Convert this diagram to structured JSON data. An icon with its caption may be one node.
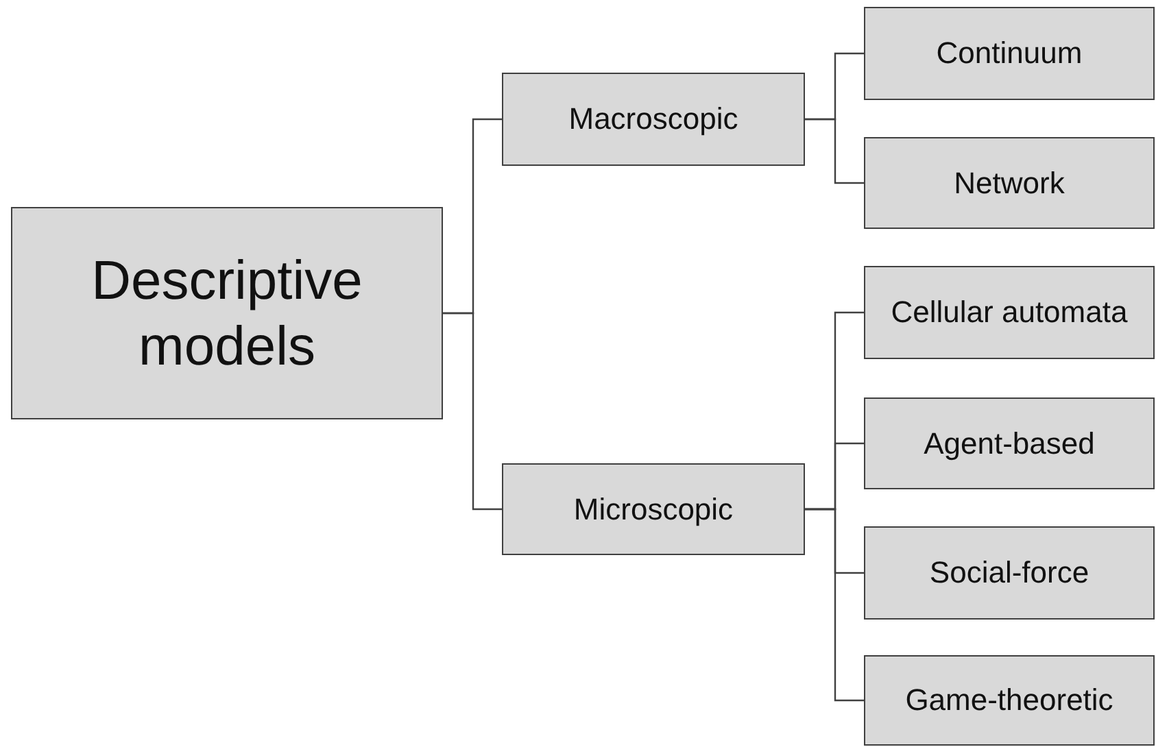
{
  "diagram": {
    "nodes": [
      {
        "text": [
          "Descriptive models"
        ]
      },
      {
        "text": [
          "Macroscopic"
        ]
      },
      {
        "text": [
          "Microscopic"
        ]
      },
      {
        "text": [
          "Continuum"
        ]
      },
      {
        "text": [
          "Network"
        ]
      },
      {
        "text": [
          "Cellular automata"
        ]
      },
      {
        "text": [
          "Agent-based"
        ]
      },
      {
        "text": [
          "Social-force"
        ]
      },
      {
        "text": [
          "Game-theoretic"
        ]
      }
    ],
    "edges": [
      {
        "from": 0,
        "to": 1,
        "arrow": "none"
      },
      {
        "from": 0,
        "to": 2,
        "arrow": "none"
      },
      {
        "from": 1,
        "to": 3,
        "arrow": "none"
      },
      {
        "from": 1,
        "to": 4,
        "arrow": "none"
      },
      {
        "from": 2,
        "to": 5,
        "arrow": "none"
      },
      {
        "from": 2,
        "to": 6,
        "arrow": "none"
      },
      {
        "from": 2,
        "to": 7,
        "arrow": "none"
      },
      {
        "from": 2,
        "to": 8,
        "arrow": "none"
      }
    ]
  }
}
